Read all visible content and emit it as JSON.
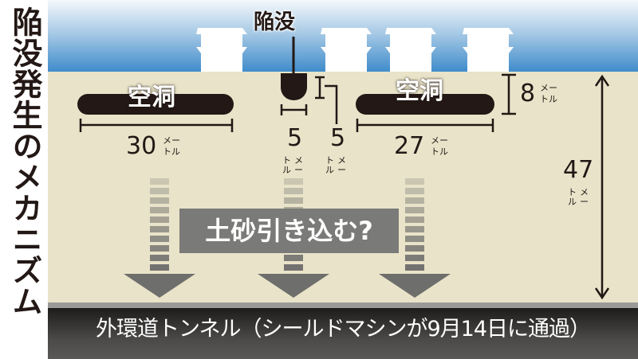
{
  "title": "陥没発生のメカニズム",
  "sinkhole": {
    "label": "陥没",
    "width_value": "5",
    "depth_value": "5",
    "unit": "メートル",
    "unit_top": "メー",
    "unit_bottom": "トル"
  },
  "cavity_left": {
    "label": "空洞",
    "width_value": "30"
  },
  "cavity_right": {
    "label": "空洞",
    "width_value": "27",
    "height_value": "8"
  },
  "depth": {
    "value": "47"
  },
  "unit": {
    "top": "メー",
    "bottom": "トル",
    "vertical_1": "トル",
    "vertical_2": "メー"
  },
  "sand_label": "土砂引き込む?",
  "tunnel_label": "外環道トンネル（シールドマシンが9月14日に通過）",
  "colors": {
    "sky": "#3f8ccb",
    "ground": "#e9e3c9",
    "dark": "#231815",
    "arrow": "#6e6e6c",
    "tunnel": "#2a2827"
  }
}
